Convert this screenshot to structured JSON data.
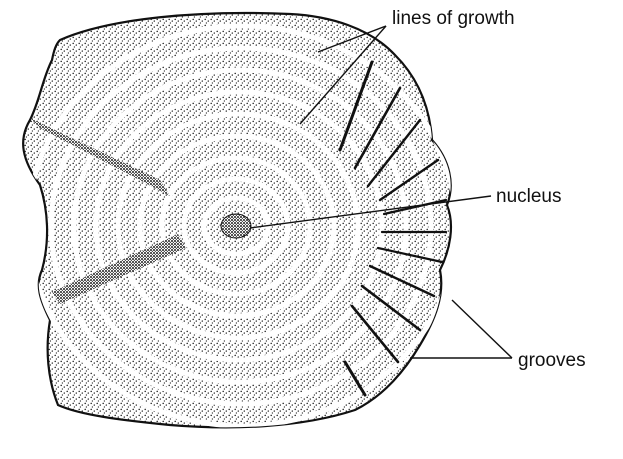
{
  "labels": {
    "lines_of_growth": "lines of growth",
    "nucleus": "nucleus",
    "grooves": "grooves"
  },
  "colors": {
    "ink": "#111111",
    "paper": "#ffffff"
  }
}
